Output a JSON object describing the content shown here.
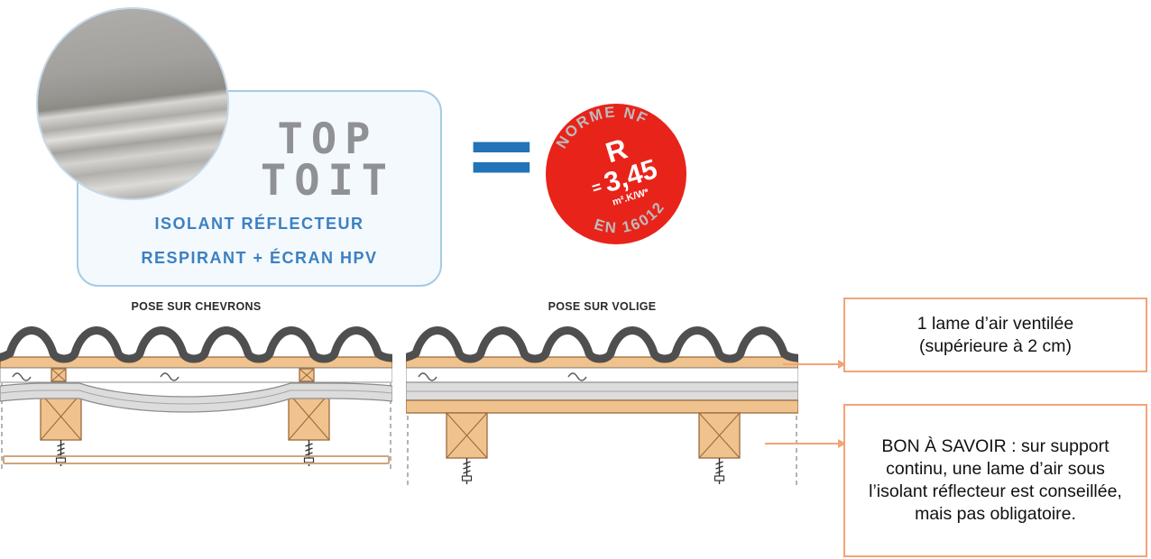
{
  "logo": {
    "title_line1": "TOP",
    "title_line2": "TOIT",
    "subtitle_line1": "ISOLANT RÉFLECTEUR",
    "subtitle_line2": "RESPIRANT + ÉCRAN HPV"
  },
  "equals_symbol": "=",
  "badge": {
    "arc_top": "NORME NF",
    "r": "R",
    "eq": "=",
    "value": "3,45",
    "unit": "m².K/W*",
    "arc_bottom": "EN 16012"
  },
  "diagram_left": {
    "title": "POSE SUR CHEVRONS"
  },
  "diagram_right": {
    "title": "POSE SUR VOLIGE"
  },
  "notes": {
    "note1_lines": [
      "1 lame d’air ventilée",
      "(supérieure à 2 cm)"
    ],
    "note2": "BON À SAVOIR : sur support continu, une lame d’air sous l’isolant réflecteur est conseillée, mais pas obligatoire."
  },
  "colors": {
    "accent_blue": "#2273b8",
    "logo_blue": "#3c80c2",
    "badge_red": "#e8231a",
    "badge_arc_gray": "#bcbcbc",
    "note_orange": "#f2a478",
    "wood": "#f0c28d",
    "tile_gray": "#4f4f4f",
    "insulation_gray": "#dcdcdc"
  }
}
